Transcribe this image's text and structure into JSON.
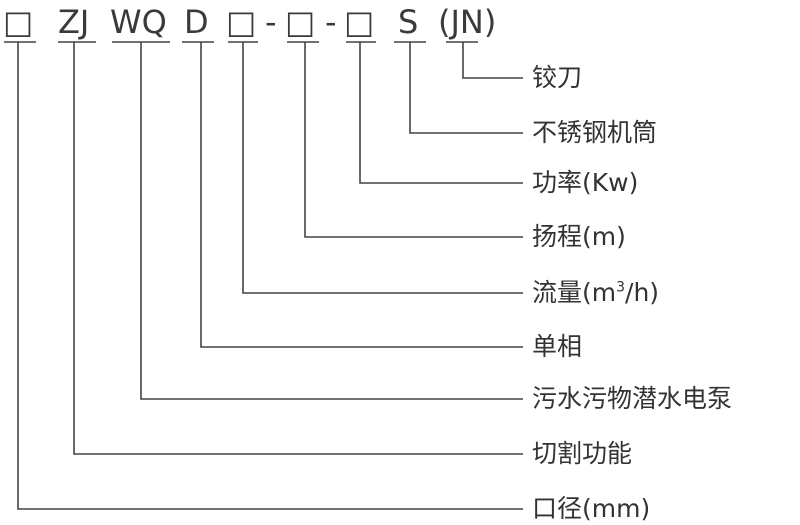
{
  "code_parts": {
    "box1": "□",
    "zj": "ZJ",
    "wq": "WQ",
    "d": "D",
    "box2": "□",
    "dash1": "-",
    "box3": "□",
    "dash2": "-",
    "box4": "□",
    "s": "S",
    "jn": "(JN)"
  },
  "labels": {
    "jiaodao": "铰刀",
    "stainless": "不锈钢机筒",
    "power": "功率(Kw)",
    "head": "扬程(m)",
    "flow_pre": "流量(m",
    "flow_sup": "3",
    "flow_post": "/h)",
    "single_phase": "单相",
    "pump": "污水污物潜水电泵",
    "cutting": "切割功能",
    "diameter": "口径(mm)"
  }
}
